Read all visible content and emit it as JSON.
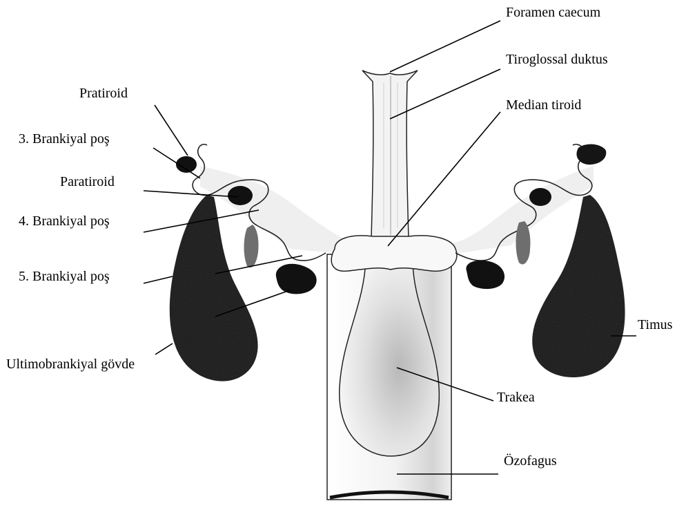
{
  "labels": {
    "foramen_caecum": "Foramen caecum",
    "tiroglossal_duktus": "Tiroglossal duktus",
    "median_tiroid": "Median tiroid",
    "pratiroid": "Pratiroid",
    "brankiyal_3": "3. Brankiyal poş",
    "paratiroid": "Paratiroid",
    "brankiyal_4": "4. Brankiyal poş",
    "brankiyal_5": "5. Brankiyal poş",
    "ultimobrankiyal": "Ultimobrankiyal gövde",
    "timus": "Timus",
    "trakea": "Trakea",
    "ozofagus": "Özofagus"
  }
}
